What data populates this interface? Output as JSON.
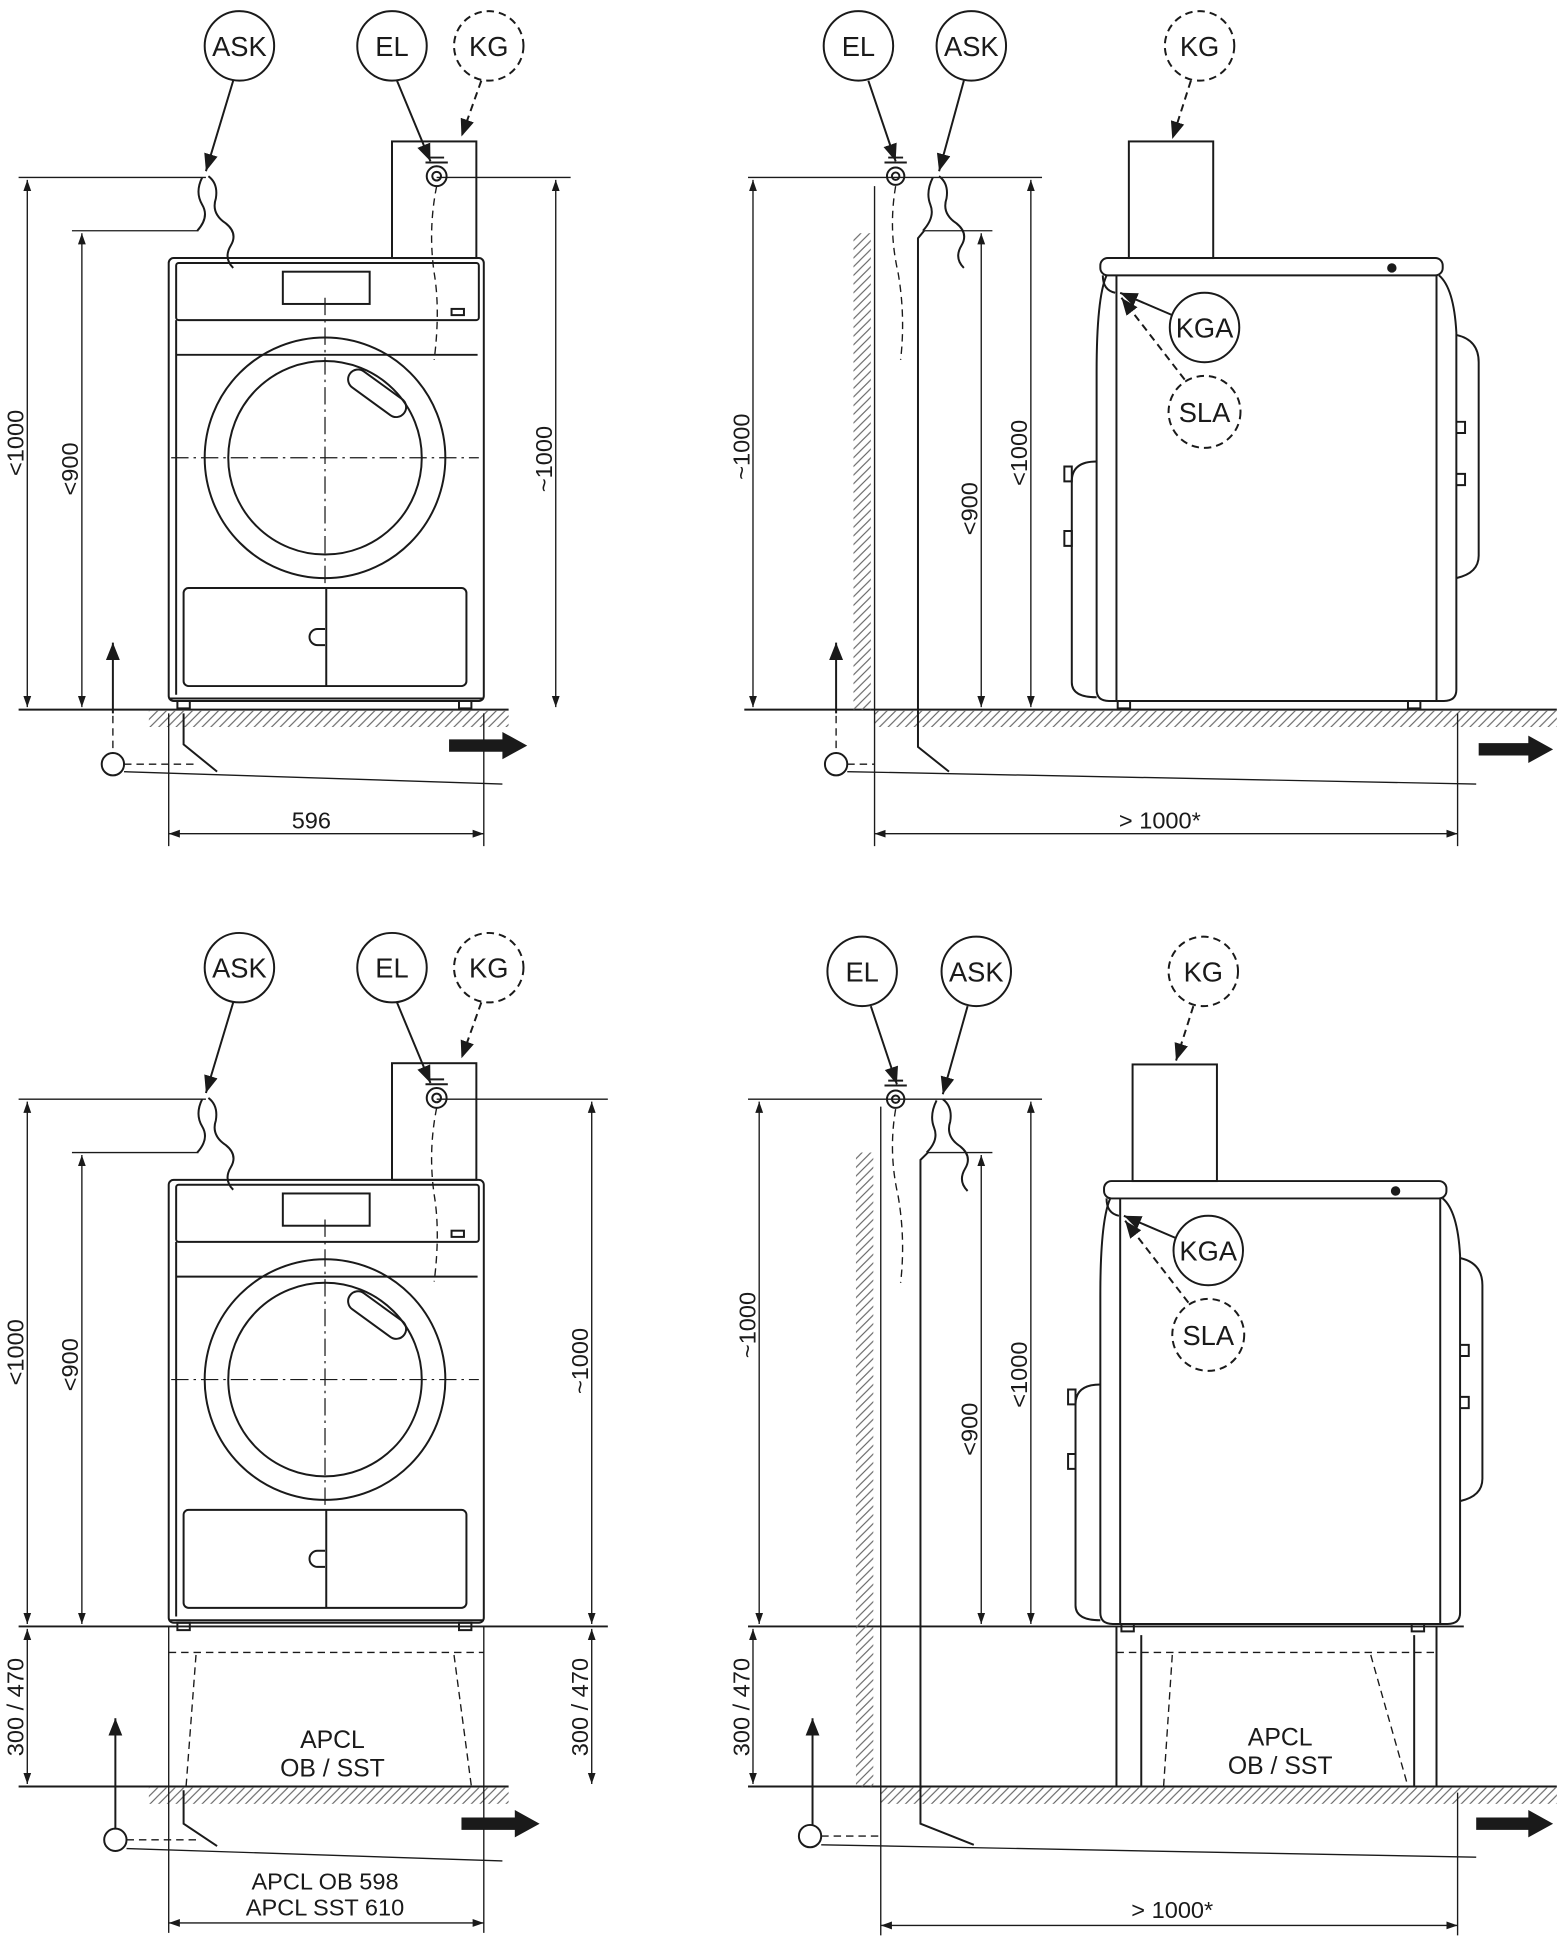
{
  "front_top": {
    "callouts": {
      "ask": "ASK",
      "el": "EL",
      "kg": "KG"
    },
    "dims": {
      "height_max": "<1000",
      "exhaust_height": "<900",
      "outlet_height": "~1000",
      "width": "596"
    }
  },
  "side_top": {
    "callouts": {
      "el": "EL",
      "ask": "ASK",
      "kg": "KG",
      "kga": "KGA",
      "sla": "SLA"
    },
    "dims": {
      "outlet_height": "~1000",
      "exhaust_height": "<900",
      "height_max": "<1000",
      "clearance": "> 1000*"
    }
  },
  "front_bottom": {
    "callouts": {
      "ask": "ASK",
      "el": "EL",
      "kg": "KG"
    },
    "dims": {
      "height_max": "<1000",
      "exhaust_height": "<900",
      "outlet_height": "~1000",
      "plinth_left": "300 / 470",
      "plinth_right": "300 / 470",
      "width_ob": "APCL OB 598",
      "width_sst": "APCL SST 610"
    },
    "plinth": {
      "line1": "APCL",
      "line2": "OB / SST"
    }
  },
  "side_bottom": {
    "callouts": {
      "el": "EL",
      "ask": "ASK",
      "kg": "KG",
      "kga": "KGA",
      "sla": "SLA"
    },
    "dims": {
      "plinth": "300 / 470",
      "outlet_height": "~1000",
      "exhaust_height": "<900",
      "height_max": "<1000",
      "clearance": "> 1000*"
    },
    "plinth": {
      "line1": "APCL",
      "line2": "OB / SST"
    }
  }
}
